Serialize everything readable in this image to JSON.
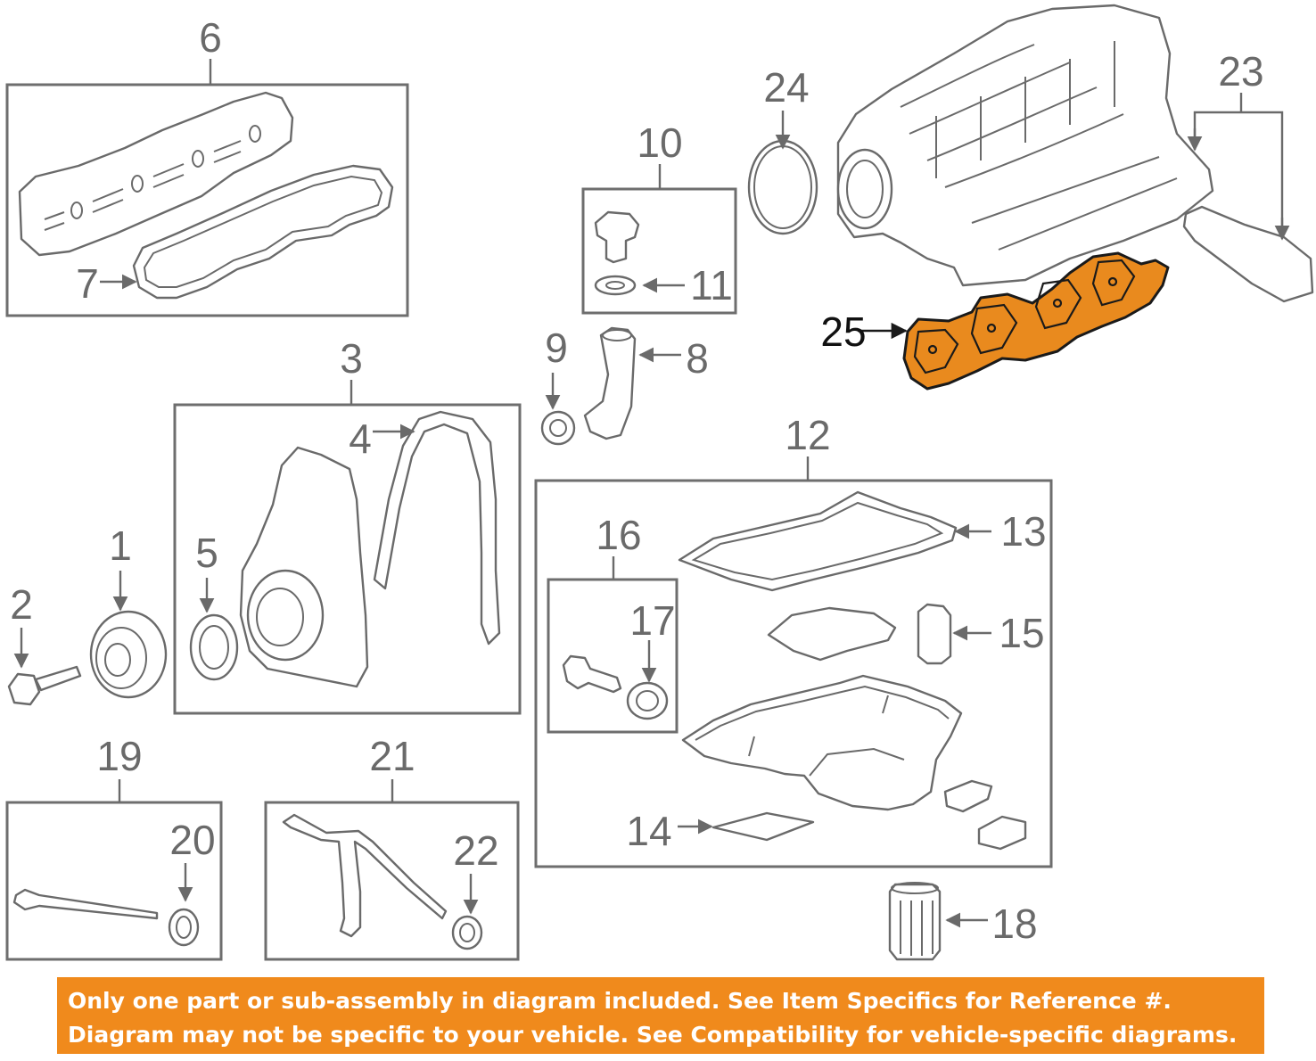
{
  "callouts": {
    "n1": "1",
    "n2": "2",
    "n3": "3",
    "n4": "4",
    "n5": "5",
    "n6": "6",
    "n7": "7",
    "n8": "8",
    "n9": "9",
    "n10": "10",
    "n11": "11",
    "n12": "12",
    "n13": "13",
    "n14": "14",
    "n15": "15",
    "n16": "16",
    "n17": "17",
    "n18": "18",
    "n19": "19",
    "n20": "20",
    "n21": "21",
    "n22": "22",
    "n23": "23",
    "n24": "24",
    "n25": "25"
  },
  "highlighted_part": "25",
  "colors": {
    "highlight": "#e98a1e",
    "notice_bg": "#f08a1c",
    "line": "#6a6a6a"
  },
  "notice": {
    "line1": "Only one part or sub-assembly in diagram included. See Item Specifics for Reference #.",
    "line2": "Diagram may not be specific to your vehicle. See Compatibility for vehicle-specific diagrams."
  }
}
